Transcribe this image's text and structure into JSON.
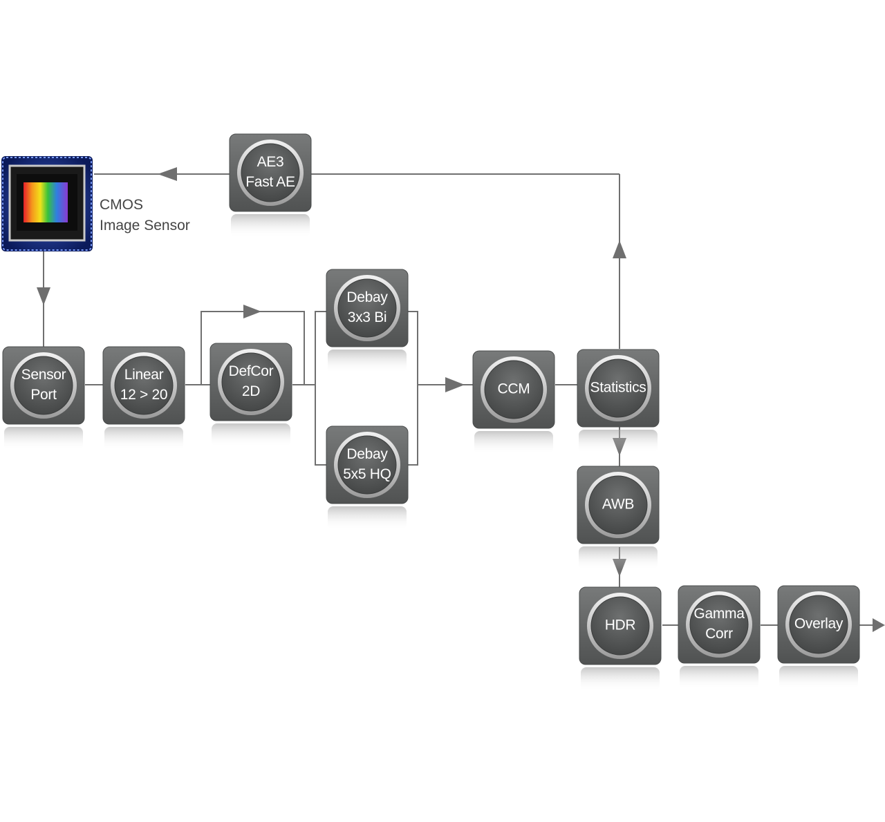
{
  "sensor": {
    "caption_line1": "CMOS",
    "caption_line2": "Image Sensor"
  },
  "nodes": {
    "ae3": [
      "AE3",
      "Fast AE"
    ],
    "sensor_port": [
      "Sensor",
      "Port"
    ],
    "linear": [
      "Linear",
      "12 > 20"
    ],
    "defcor": [
      "DefCor",
      "2D"
    ],
    "debay3": [
      "Debay",
      "3x3 Bi"
    ],
    "debay5": [
      "Debay",
      "5x5 HQ"
    ],
    "ccm": [
      "CCM"
    ],
    "statistics": [
      "Statistics"
    ],
    "awb": [
      "AWB"
    ],
    "hdr": [
      "HDR"
    ],
    "gamma": [
      "Gamma",
      "Corr"
    ],
    "overlay": [
      "Overlay"
    ]
  },
  "colors": {
    "tile": "#636565",
    "line": "#6f6f6f",
    "text": "#ffffff"
  }
}
